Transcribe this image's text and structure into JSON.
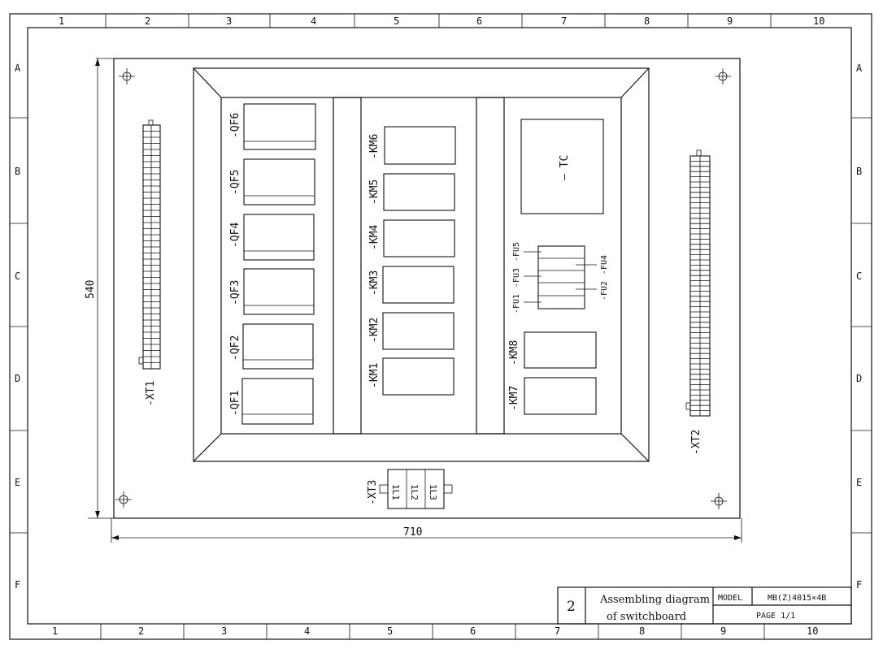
{
  "border": {
    "columns": [
      "1",
      "2",
      "3",
      "4",
      "5",
      "6",
      "7",
      "8",
      "9",
      "10"
    ],
    "rows": [
      "A",
      "B",
      "C",
      "D",
      "E",
      "F"
    ]
  },
  "dimensions": {
    "height": "540",
    "width": "710"
  },
  "breakers": [
    {
      "id": "qf1",
      "label": "-QF1"
    },
    {
      "id": "qf2",
      "label": "-QF2"
    },
    {
      "id": "qf3",
      "label": "-QF3"
    },
    {
      "id": "qf4",
      "label": "-QF4"
    },
    {
      "id": "qf5",
      "label": "-QF5"
    },
    {
      "id": "qf6",
      "label": "-QF6"
    }
  ],
  "contactors": [
    {
      "id": "km1",
      "label": "-KM1"
    },
    {
      "id": "km2",
      "label": "-KM2"
    },
    {
      "id": "km3",
      "label": "-KM3"
    },
    {
      "id": "km4",
      "label": "-KM4"
    },
    {
      "id": "km5",
      "label": "-KM5"
    },
    {
      "id": "km6",
      "label": "-KM6"
    }
  ],
  "transformer": {
    "label": "— TC"
  },
  "fuses": {
    "fu1": "-FU1",
    "fu2": "-FU2",
    "fu3": "-FU3",
    "fu4": "-FU4",
    "fu5": "-FU5"
  },
  "right_contactors": {
    "km7": "-KM7",
    "km8": "-KM8"
  },
  "terminal_blocks": {
    "xt1": "-XT1",
    "xt2": "-XT2",
    "xt3": "-XT3",
    "xt3_cells": [
      "1L1",
      "1L2",
      "1L3"
    ]
  },
  "title_block": {
    "sheet_number": "2",
    "title_line1": "Assembling diagram",
    "title_line2": "of switchboard",
    "model_label": "MODEL",
    "model_value": "MB(Z)4015×4B",
    "page": "PAGE  1/1"
  }
}
